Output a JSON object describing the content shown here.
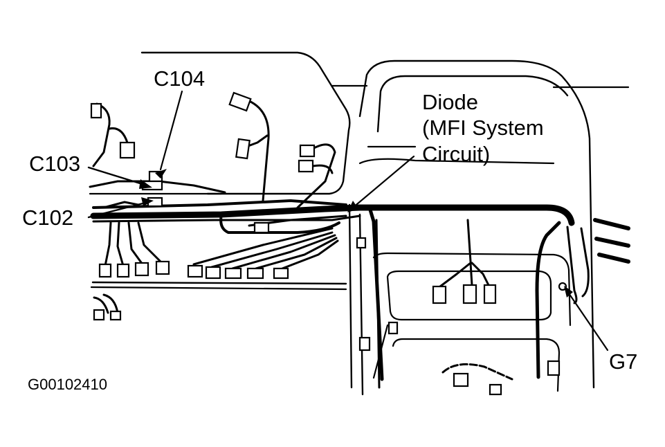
{
  "labels": {
    "c104": "C104",
    "c103": "C103",
    "c102": "C102",
    "diode_line1": "Diode",
    "diode_line2": "(MFI System",
    "diode_line3": "Circuit)",
    "g7": "G7",
    "figure_id": "G00102410"
  },
  "colors": {
    "ink": "#000000",
    "background": "#ffffff"
  }
}
